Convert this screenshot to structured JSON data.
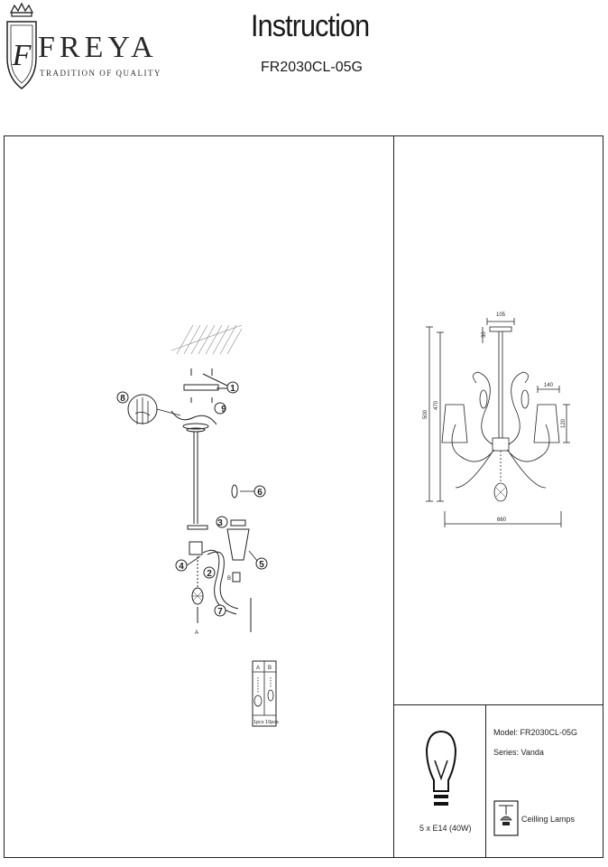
{
  "brand": {
    "name": "FREYA",
    "tagline": "TRADITION OF QUALITY",
    "monogram": "F"
  },
  "header": {
    "title": "Instruction",
    "model_code": "FR2030CL-05G"
  },
  "assembly": {
    "callouts": [
      "1",
      "2",
      "3",
      "4",
      "5",
      "6",
      "7",
      "8",
      "9"
    ],
    "part_letters": [
      "A",
      "B"
    ],
    "table": {
      "col_a": "A",
      "col_b": "B",
      "qty": "1pcs 10pcs"
    }
  },
  "dimensions": {
    "top_width": "105",
    "canopy_height": "30",
    "total_height": "500",
    "body_height": "470",
    "shade_width": "140",
    "shade_height": "120",
    "overall_width": "660"
  },
  "info": {
    "model_line": "Model: FR2030CL-05G",
    "series_line": "Series: Vanda",
    "bulb_spec": "5 x E14 (40W)",
    "category": "Ceilling Lamps"
  },
  "icons": {
    "logo": "crown-shield-logo-icon",
    "bulb": "light-bulb-icon",
    "category": "ceiling-lamp-icon"
  }
}
